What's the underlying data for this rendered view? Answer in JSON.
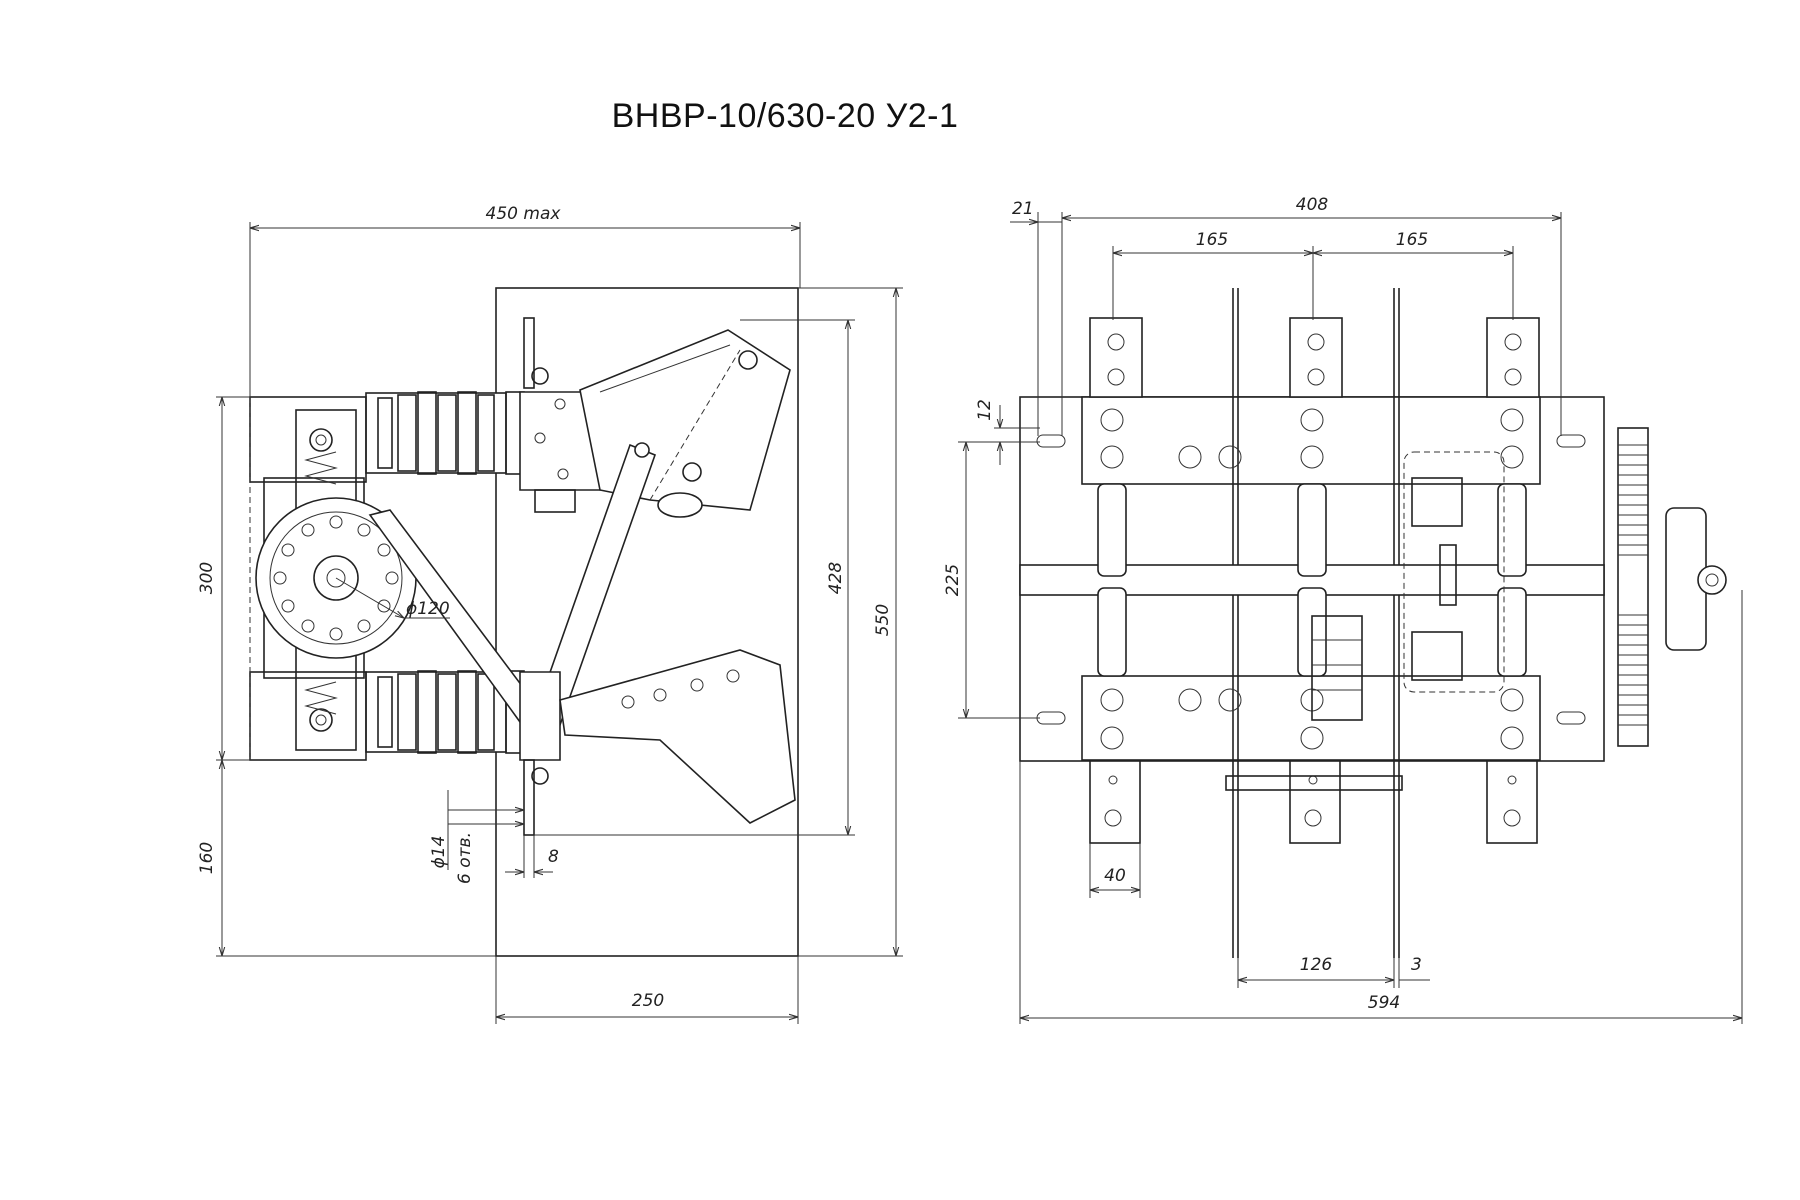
{
  "title": "ВНВР-10/630-20 У2-1",
  "side_view": {
    "dimensions": {
      "overall_width": "450 max",
      "height_300": "300",
      "height_160": "160",
      "flange_diameter": "ϕ120",
      "height_428": "428",
      "height_550": "550",
      "hole_diameter": "ϕ14",
      "hole_count": "6 отв.",
      "offset_8": "8",
      "base_width": "250"
    }
  },
  "front_view": {
    "dimensions": {
      "offset_21": "21",
      "span_408": "408",
      "pitch_left": "165",
      "pitch_right": "165",
      "slot_12": "12",
      "height_225": "225",
      "terminal_40": "40",
      "span_126": "126",
      "gap_3": "3",
      "overall_594": "594"
    }
  }
}
